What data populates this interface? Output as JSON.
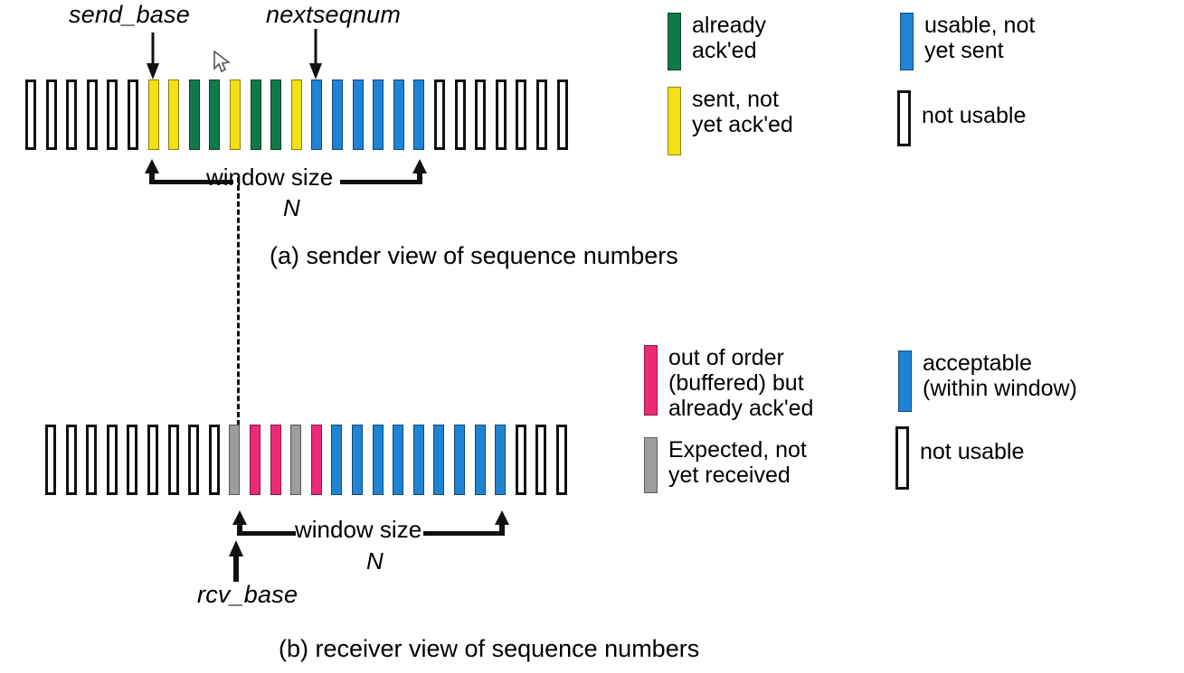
{
  "colors": {
    "green": "#10794A",
    "yellow": "#F2E114",
    "blue": "#1F83D4",
    "pink": "#EE2A77",
    "gray": "#9D9D9D",
    "white": "#FFFFFF",
    "outline": "#111111"
  },
  "sender": {
    "pointer_labels": {
      "send_base": "send_base",
      "nextseqnum": "nextseqnum"
    },
    "window_label": "window size",
    "window_n": "N",
    "caption": "(a) sender view of sequence numbers",
    "bars": [
      "white",
      "white",
      "white",
      "white",
      "white",
      "white",
      "yellow",
      "yellow",
      "green",
      "green",
      "yellow",
      "green",
      "green",
      "yellow",
      "blue",
      "blue",
      "blue",
      "blue",
      "blue",
      "blue",
      "white",
      "white",
      "white",
      "white",
      "white",
      "white",
      "white"
    ],
    "legend": [
      {
        "swatch": "green",
        "text": "already\nack'ed"
      },
      {
        "swatch": "blue",
        "text": "usable, not\nyet sent"
      },
      {
        "swatch": "yellow",
        "text": "sent, not\nyet ack'ed"
      },
      {
        "swatch": "white",
        "text": "not usable"
      }
    ]
  },
  "receiver": {
    "pointer_labels": {
      "rcv_base": "rcv_base"
    },
    "window_label": "window size",
    "window_n": "N",
    "caption": "(b) receiver view of sequence numbers",
    "bars": [
      "white",
      "white",
      "white",
      "white",
      "white",
      "white",
      "white",
      "white",
      "white",
      "gray",
      "pink",
      "pink",
      "gray",
      "pink",
      "blue",
      "blue",
      "blue",
      "blue",
      "blue",
      "blue",
      "blue",
      "blue",
      "blue",
      "white",
      "white",
      "white"
    ],
    "legend": [
      {
        "swatch": "pink",
        "text": "out of order\n(buffered) but\nalready ack'ed"
      },
      {
        "swatch": "blue",
        "text": "acceptable\n(within window)"
      },
      {
        "swatch": "gray",
        "text": "Expected, not\nyet received"
      },
      {
        "swatch": "white",
        "text": "not usable"
      }
    ]
  },
  "cursor": {
    "name": "mouse-pointer"
  }
}
